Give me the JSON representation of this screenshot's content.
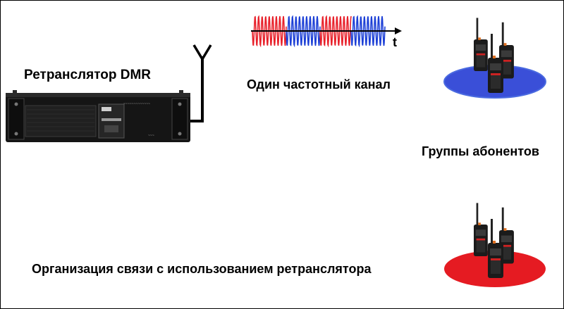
{
  "labels": {
    "repeater": "Ретранслятор DMR",
    "single_channel": "Один частотный канал",
    "subscriber_groups": "Группы абонентов",
    "caption": "Организация связи с использованием ретранслятора",
    "time_axis": "t"
  },
  "colors": {
    "wave_red": "#e8202a",
    "wave_blue": "#1c3fd6",
    "ellipse_blue": "#3a4fd8",
    "ellipse_red": "#e51b22",
    "device_body": "#1b1b1b"
  },
  "icons": {
    "repeater": "dmr-repeater-unit-icon",
    "antenna": "antenna-icon",
    "radios": "handheld-radio-icon"
  }
}
